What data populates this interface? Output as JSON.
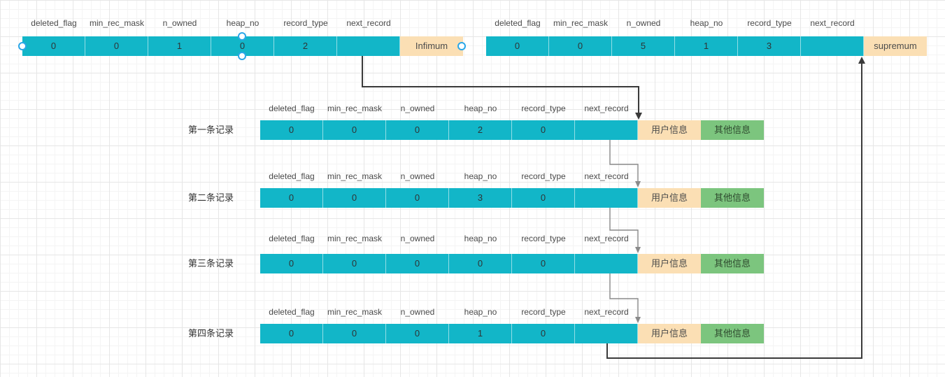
{
  "diagram": {
    "field_headers": [
      "deleted_flag",
      "min_rec_mask",
      "n_owned",
      "heap_no",
      "record_type",
      "next_record"
    ],
    "infimum": {
      "label": "Infimum",
      "values": [
        "0",
        "0",
        "1",
        "0",
        "2",
        ""
      ]
    },
    "supremum": {
      "label": "supremum",
      "values": [
        "0",
        "0",
        "5",
        "1",
        "3",
        ""
      ]
    },
    "records": [
      {
        "title": "第一条记录",
        "values": [
          "0",
          "0",
          "0",
          "2",
          "0",
          ""
        ],
        "user_info": "用户信息",
        "other_info": "其他信息"
      },
      {
        "title": "第二条记录",
        "values": [
          "0",
          "0",
          "0",
          "3",
          "0",
          ""
        ],
        "user_info": "用户信息",
        "other_info": "其他信息"
      },
      {
        "title": "第三条记录",
        "values": [
          "0",
          "0",
          "0",
          "0",
          "0",
          ""
        ],
        "user_info": "用户信息",
        "other_info": "其他信息"
      },
      {
        "title": "第四条记录",
        "values": [
          "0",
          "0",
          "0",
          "1",
          "0",
          ""
        ],
        "user_info": "用户信息",
        "other_info": "其他信息"
      }
    ]
  },
  "colors": {
    "cell_teal": "#12b6c8",
    "cell_tan": "#fbdfb4",
    "cell_green": "#7cc57e",
    "arrow_dark": "#3a3a3a",
    "arrow_gray": "#8a8a8a",
    "handle_blue": "#2aa7e8"
  }
}
